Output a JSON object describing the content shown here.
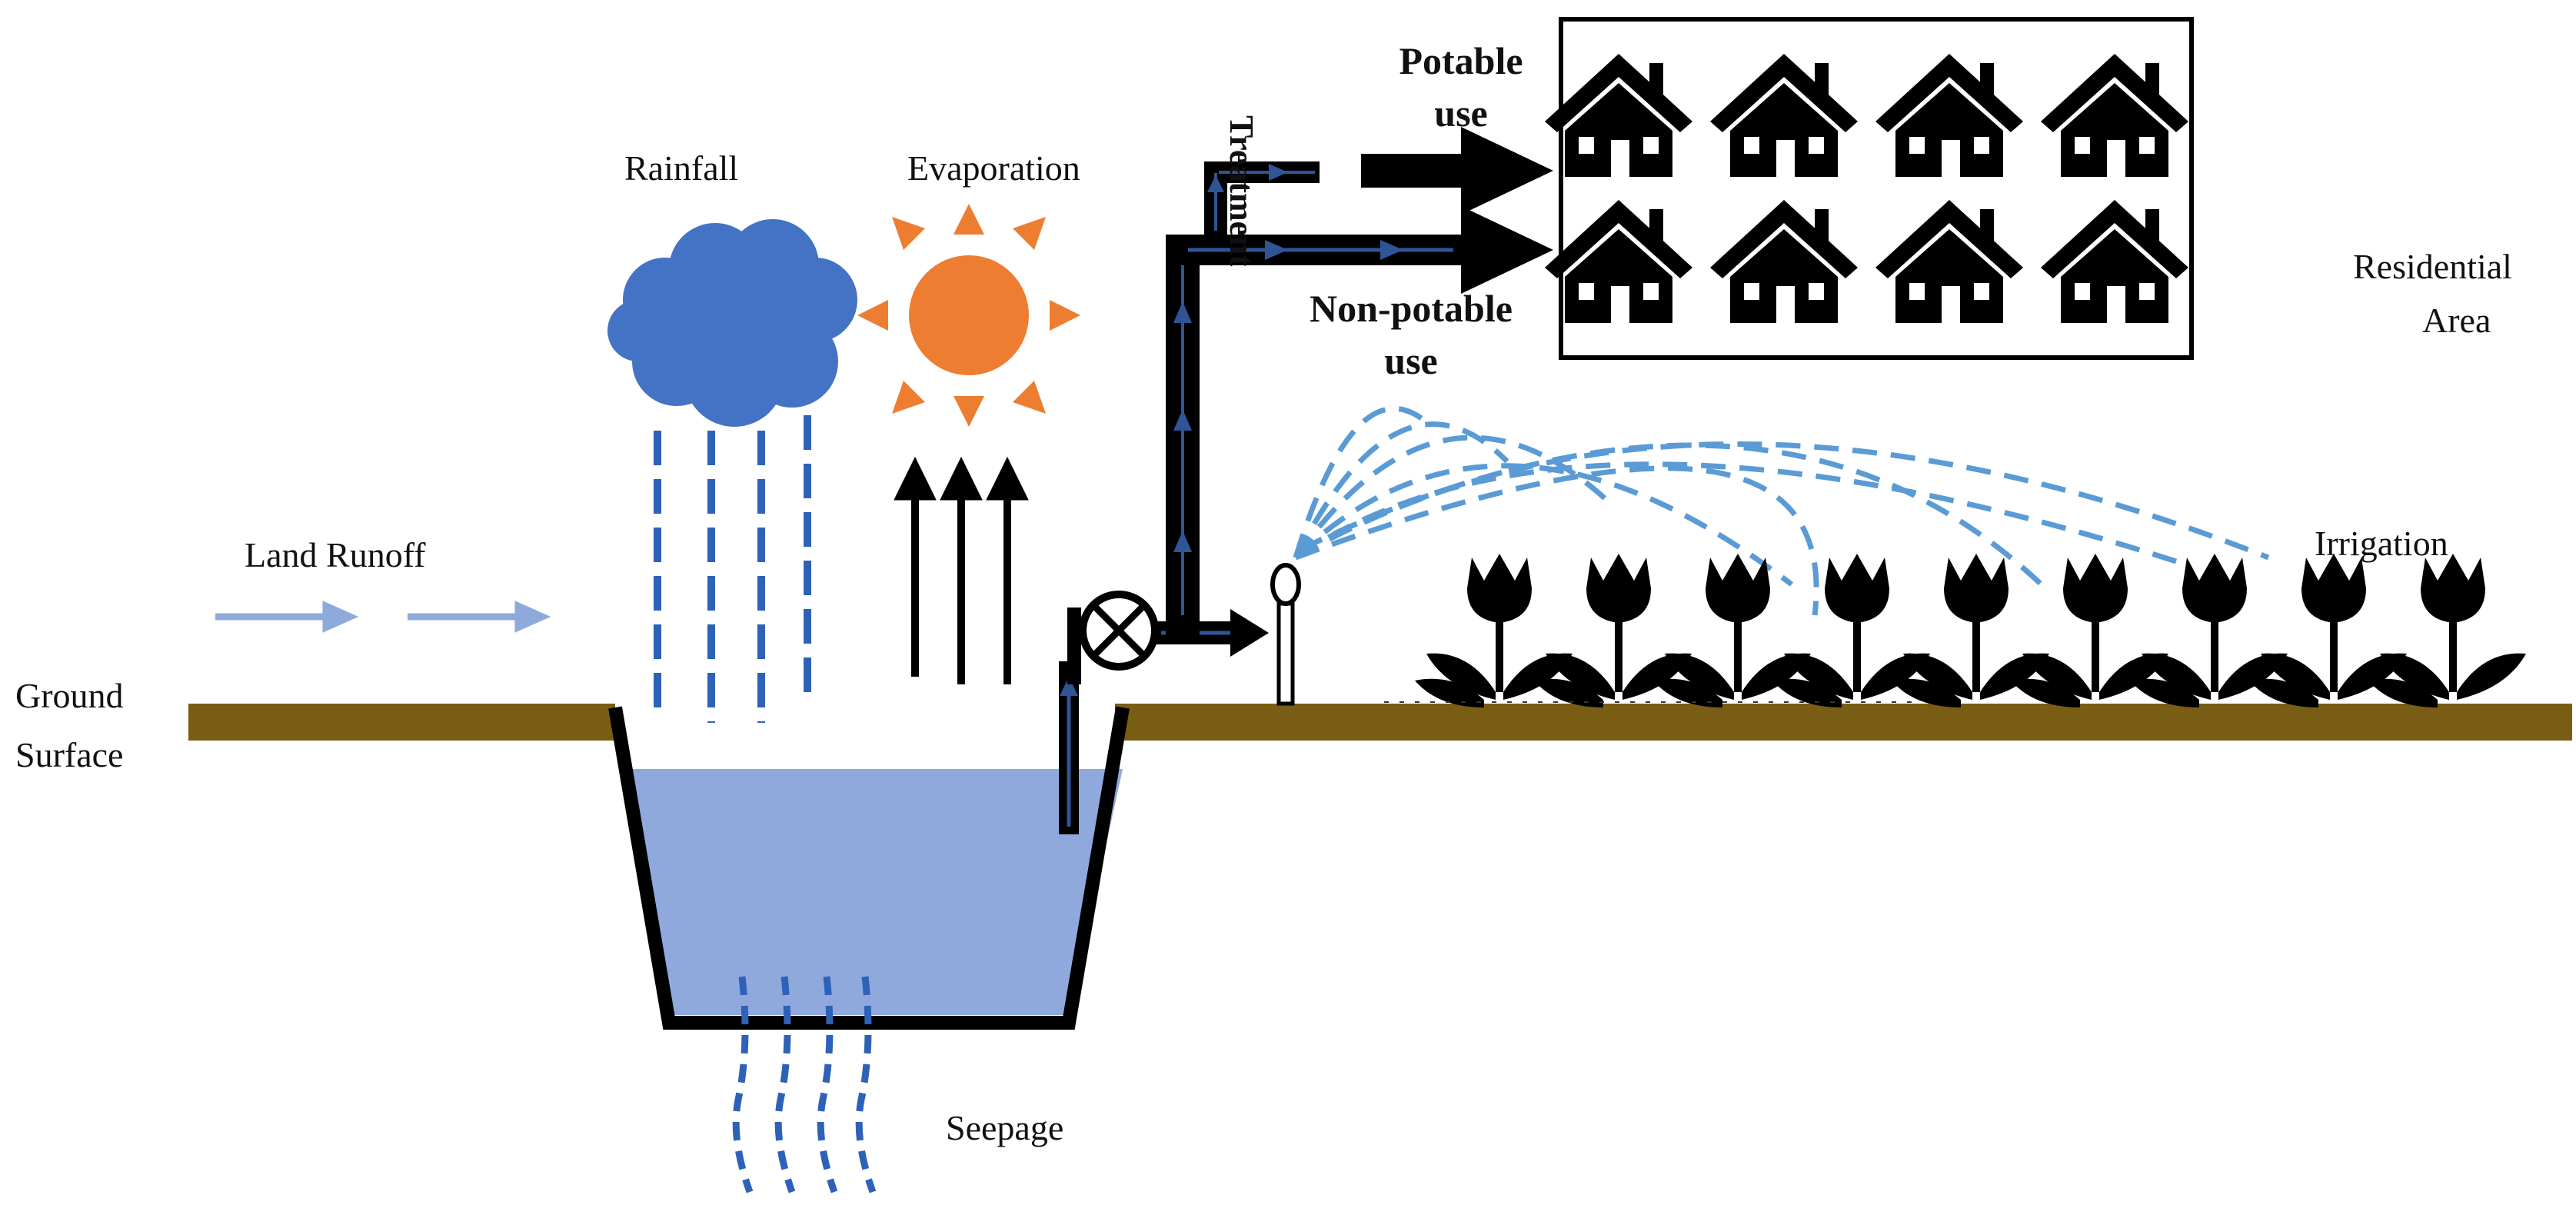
{
  "labels": {
    "rainfall": "Rainfall",
    "evaporation": "Evaporation",
    "land_runoff": "Land Runoff",
    "ground_surface_line1": "Ground",
    "ground_surface_line2": "Surface",
    "seepage": "Seepage",
    "treatment": "Treatment",
    "potable_use_line1": "Potable",
    "potable_use_line2": "use",
    "non_potable_use_line1": "Non-potable",
    "non_potable_use_line2": "use",
    "residential_area_line1": "Residential",
    "residential_area_line2": "Area",
    "irrigation": "Irrigation"
  },
  "icons": {
    "cloud": "cloud-icon",
    "sun": "sun-icon",
    "house": "house-icon",
    "tulip": "tulip-icon",
    "valve": "valve-icon",
    "sprinkler": "sprinkler-icon"
  },
  "colors": {
    "ground": "#7a5d14",
    "water": "#8fa9dd",
    "cloud": "#4472c4",
    "rain": "#2e62b8",
    "sun": "#ed7d31",
    "runoff_arrow": "#8eaadb",
    "spray": "#5b9bd5",
    "pipe": "#0a0a0a",
    "flow_arrow": "#2f5597"
  },
  "counts": {
    "houses": 8,
    "tulips": 9
  }
}
